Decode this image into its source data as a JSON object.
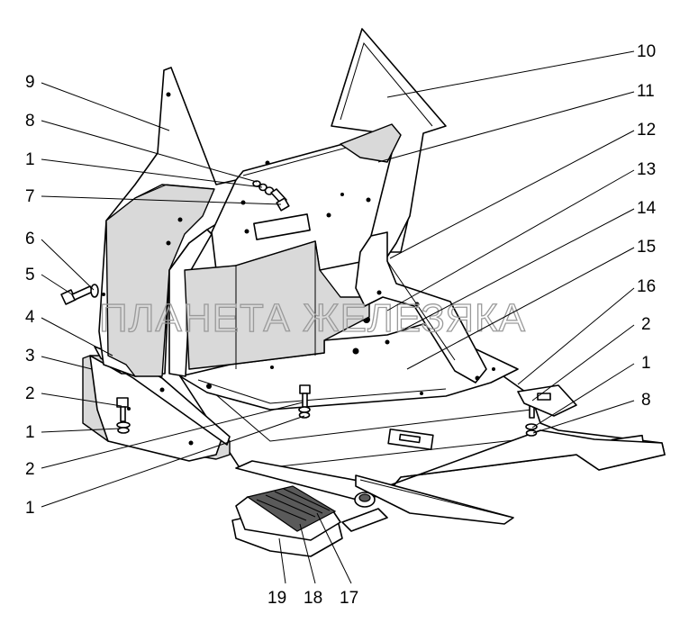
{
  "watermark": "ПЛАНЕТА ЖЕЛЕЗЯКА",
  "callouts": [
    {
      "id": "c9",
      "label": "9"
    },
    {
      "id": "c8a",
      "label": "8"
    },
    {
      "id": "c1a",
      "label": "1"
    },
    {
      "id": "c7",
      "label": "7"
    },
    {
      "id": "c6",
      "label": "6"
    },
    {
      "id": "c5",
      "label": "5"
    },
    {
      "id": "c4",
      "label": "4"
    },
    {
      "id": "c3",
      "label": "3"
    },
    {
      "id": "c2a",
      "label": "2"
    },
    {
      "id": "c1b",
      "label": "1"
    },
    {
      "id": "c2b",
      "label": "2"
    },
    {
      "id": "c1c",
      "label": "1"
    },
    {
      "id": "c10",
      "label": "10"
    },
    {
      "id": "c11",
      "label": "11"
    },
    {
      "id": "c12",
      "label": "12"
    },
    {
      "id": "c13",
      "label": "13"
    },
    {
      "id": "c14",
      "label": "14"
    },
    {
      "id": "c15",
      "label": "15"
    },
    {
      "id": "c16",
      "label": "16"
    },
    {
      "id": "c2c",
      "label": "2"
    },
    {
      "id": "c1d",
      "label": "1"
    },
    {
      "id": "c8b",
      "label": "8"
    },
    {
      "id": "c19",
      "label": "19"
    },
    {
      "id": "c18",
      "label": "18"
    },
    {
      "id": "c17",
      "label": "17"
    }
  ]
}
